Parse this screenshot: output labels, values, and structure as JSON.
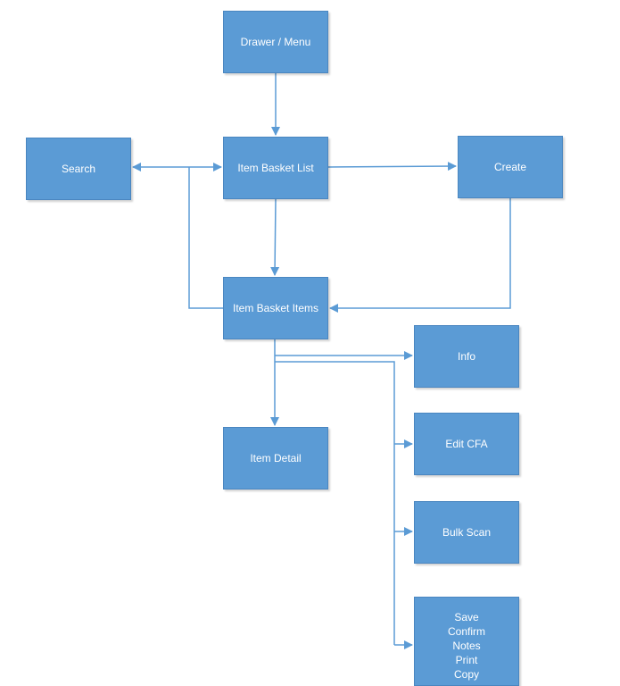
{
  "diagram": {
    "nodes": {
      "drawer": {
        "label": "Drawer / Menu"
      },
      "search": {
        "label": "Search"
      },
      "list": {
        "label": "Item Basket List"
      },
      "create": {
        "label": "Create"
      },
      "items": {
        "label": "Item Basket Items"
      },
      "info": {
        "label": "Info"
      },
      "detail": {
        "label": "Item Detail"
      },
      "edit": {
        "label": "Edit CFA"
      },
      "bulk": {
        "label": "Bulk Scan"
      },
      "actions": {
        "lines": [
          "Save",
          "Confirm",
          "Notes",
          "Print",
          "Copy"
        ]
      }
    },
    "edges": [
      {
        "from": "drawer",
        "to": "list"
      },
      {
        "from": "list",
        "to": "search"
      },
      {
        "from": "search",
        "to": "list"
      },
      {
        "from": "items",
        "to": "list"
      },
      {
        "from": "list",
        "to": "create"
      },
      {
        "from": "list",
        "to": "items"
      },
      {
        "from": "create",
        "to": "items"
      },
      {
        "from": "items",
        "to": "detail"
      },
      {
        "from": "items",
        "to": "info"
      },
      {
        "from": "items",
        "to": "edit"
      },
      {
        "from": "items",
        "to": "bulk"
      },
      {
        "from": "items",
        "to": "actions"
      }
    ],
    "colors": {
      "node_fill": "#5b9bd5",
      "node_border": "#4a86c0",
      "connector": "#5b9bd5",
      "text": "#ffffff"
    }
  }
}
